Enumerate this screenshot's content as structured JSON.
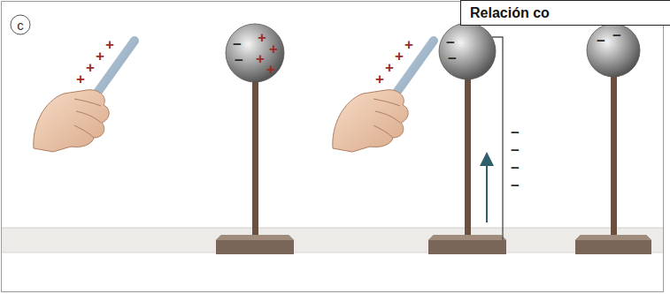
{
  "diagram": {
    "nodes": [
      {
        "text": [
          "Relación co"
        ]
      },
      {
        "text": [
          "c"
        ]
      }
    ],
    "labels": [
      "+",
      "+",
      "+",
      "+",
      "−",
      "−",
      "+",
      "+",
      "+",
      "+",
      "+",
      "+",
      "+",
      "+",
      "−",
      "−",
      "−",
      "−",
      "−",
      "−",
      "−",
      "−"
    ]
  }
}
